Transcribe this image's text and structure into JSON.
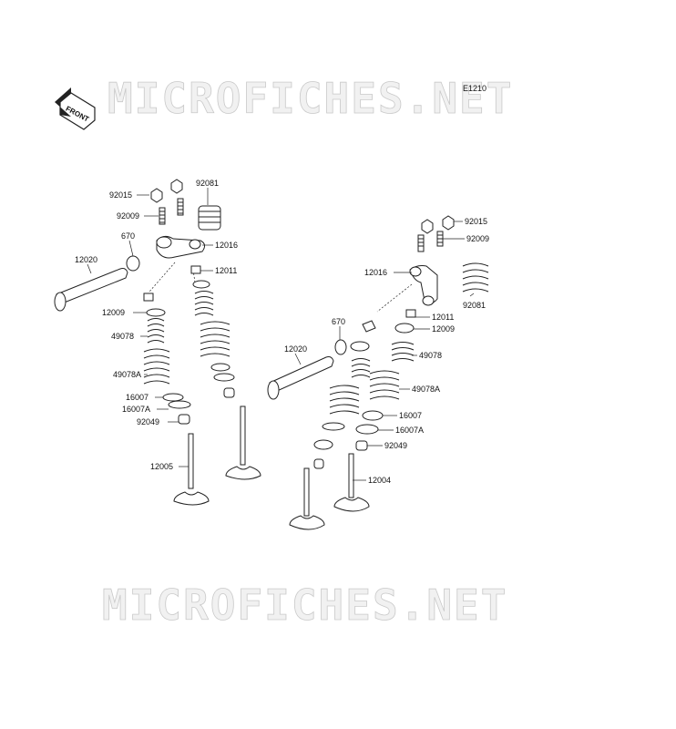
{
  "watermark": {
    "top": "MICROFICHES.NET",
    "bottom": "MICROFICHES.NET"
  },
  "diagram_code": "E1210",
  "front_icon": {
    "text": "FRONT",
    "icon": "front-arrow-icon"
  },
  "labels": {
    "l_92015": "92015",
    "l_92081": "92081",
    "l_92009": "92009",
    "l_670": "670",
    "l_12016": "12016",
    "l_12020": "12020",
    "l_12011": "12011",
    "l_12009": "12009",
    "l_49078": "49078",
    "l_49078A": "49078A",
    "l_16007": "16007",
    "l_16007A": "16007A",
    "l_92049": "92049",
    "l_12005": "12005",
    "r_92015": "92015",
    "r_92009": "92009",
    "r_12016": "12016",
    "r_92081": "92081",
    "r_670": "670",
    "r_12011": "12011",
    "r_12009": "12009",
    "r_12020": "12020",
    "r_49078": "49078",
    "r_49078A": "49078A",
    "r_16007": "16007",
    "r_16007A": "16007A",
    "r_92049": "92049",
    "r_12004": "12004"
  }
}
